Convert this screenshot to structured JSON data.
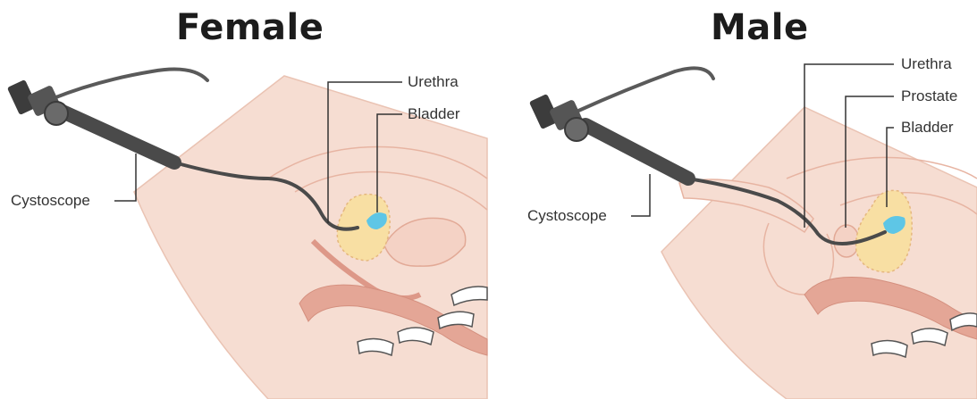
{
  "panels": {
    "female": {
      "title": "Female",
      "labels": {
        "urethra": "Urethra",
        "bladder": "Bladder",
        "cystoscope": "Cystoscope"
      }
    },
    "male": {
      "title": "Male",
      "labels": {
        "urethra": "Urethra",
        "prostate": "Prostate",
        "bladder": "Bladder",
        "cystoscope": "Cystoscope"
      }
    }
  },
  "colors": {
    "skin": "#f6ddd2",
    "tissue_outline": "#e7b4a2",
    "muscle": "#e4a696",
    "bladder": "#f8dfa3",
    "fluid": "#5ec6e6",
    "scope": "#5a5a5a",
    "leader_line": "#333333"
  },
  "icons": {
    "scope_eyepiece": "cystoscope-eyepiece-icon"
  }
}
